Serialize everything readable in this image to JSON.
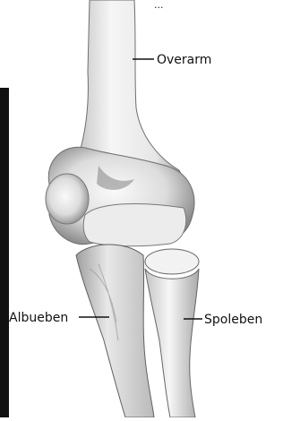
{
  "title_fragment": "...",
  "labels": {
    "upper_arm": "Overarm",
    "ulna": "Albueben",
    "radius": "Spoleben"
  },
  "colors": {
    "bone_light": "#f4f4f4",
    "bone_mid": "#d8d8d8",
    "bone_shadow": "#8e8e8e",
    "left_bar": "#111111",
    "leader": "#111111"
  }
}
